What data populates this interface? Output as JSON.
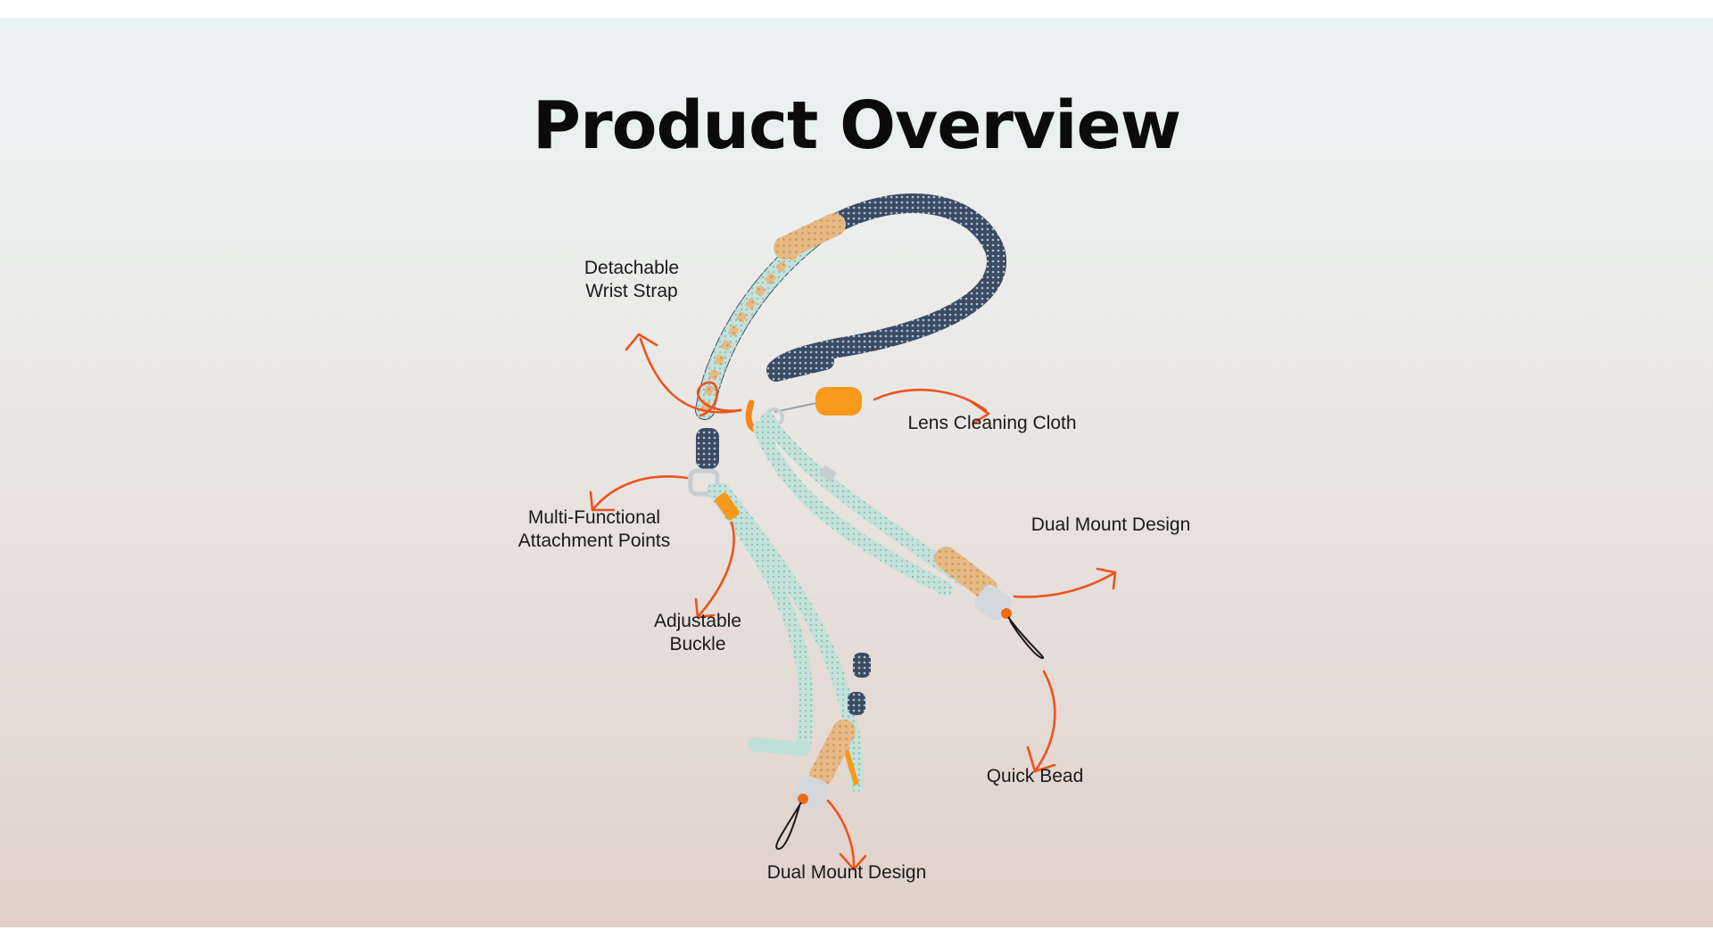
{
  "page": {
    "title": "Product Overview"
  },
  "colors": {
    "accent_arrow": "#f0521f",
    "cord_mint": "#bfe0d8",
    "cord_navy": "#3c4a63",
    "cord_tan": "#e0b27a",
    "accent_orange": "#f79a1c",
    "metal": "#c9cdd2"
  },
  "callouts": [
    {
      "id": "detachable-wrist-strap",
      "lines": [
        "Detachable",
        "Wrist Strap"
      ]
    },
    {
      "id": "lens-cleaning-cloth",
      "lines": [
        "Lens Cleaning Cloth"
      ]
    },
    {
      "id": "multi-functional-attachment-points",
      "lines": [
        "Multi-Functional",
        "Attachment Points"
      ]
    },
    {
      "id": "dual-mount-design-right",
      "lines": [
        "Dual Mount Design"
      ]
    },
    {
      "id": "adjustable-buckle",
      "lines": [
        "Adjustable",
        "Buckle"
      ]
    },
    {
      "id": "quick-bead",
      "lines": [
        "Quick Bead"
      ]
    },
    {
      "id": "dual-mount-design-bottom",
      "lines": [
        "Dual Mount Design"
      ]
    }
  ]
}
